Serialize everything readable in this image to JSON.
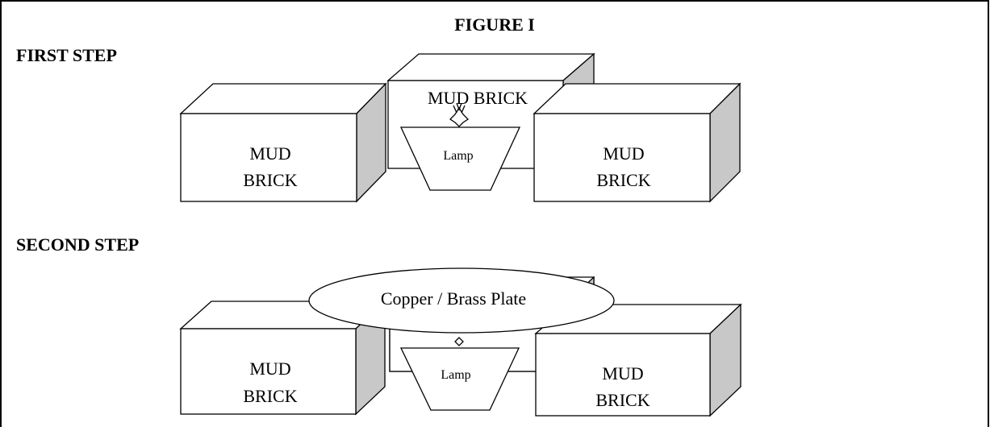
{
  "figure": {
    "title": "FIGURE I",
    "steps": [
      {
        "heading": "FIRST STEP",
        "left_brick": [
          "MUD",
          "BRICK"
        ],
        "back_brick": "MUD BRICK",
        "lamp": "Lamp",
        "right_brick": [
          "MUD",
          "BRICK"
        ]
      },
      {
        "heading": "SECOND STEP",
        "plate": "Copper / Brass Plate",
        "left_brick": [
          "MUD",
          "BRICK"
        ],
        "lamp": "Lamp",
        "right_brick": [
          "MUD",
          "BRICK"
        ]
      }
    ]
  },
  "colors": {
    "stroke": "#000000",
    "face": "#ffffff",
    "side_shade": "#c8c8c8"
  }
}
